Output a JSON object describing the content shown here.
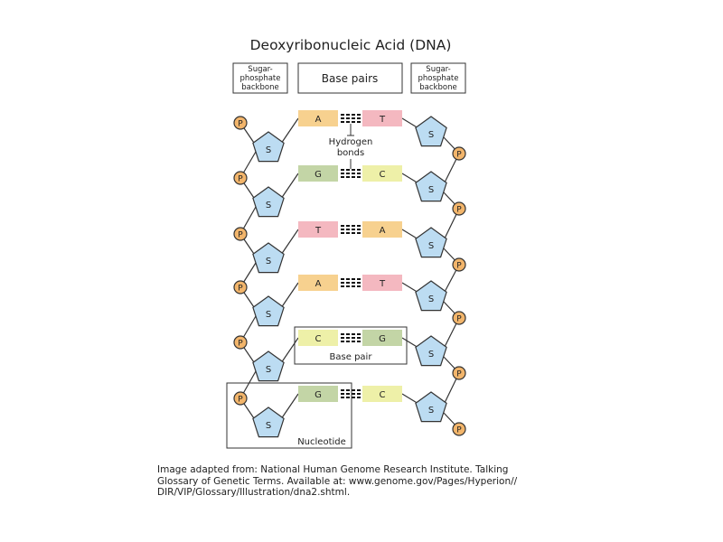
{
  "title": "Deoxyribonucleic Acid (DNA)",
  "headers": {
    "left_backbone": [
      "Sugar-",
      "phosphate",
      "backbone"
    ],
    "base_pairs": "Base pairs",
    "right_backbone": [
      "Sugar-",
      "phosphate",
      "backbone"
    ]
  },
  "symbols": {
    "sugar": "S",
    "phosphate": "P"
  },
  "hydrogen_bonds_label": [
    "Hydrogen",
    "bonds"
  ],
  "base_pair_label": "Base pair",
  "nucleotide_label": "Nucleotide",
  "rungs": [
    {
      "left": "A",
      "right": "T"
    },
    {
      "left": "G",
      "right": "C"
    },
    {
      "left": "T",
      "right": "A"
    },
    {
      "left": "A",
      "right": "T"
    },
    {
      "left": "C",
      "right": "G"
    },
    {
      "left": "G",
      "right": "C"
    }
  ],
  "base_colors": {
    "A": "#f7d18f",
    "T": "#f4b8c0",
    "G": "#c3d5a6",
    "C": "#eef0a8"
  },
  "sugar_color": "#bcdcf2",
  "phosphate_color": "#f2b56b",
  "caption": [
    "Image adapted from: National Human Genome Research Institute. Talking",
    "Glossary of Genetic Terms. Available at: www.genome.gov/Pages/Hyperion//",
    "DIR/VIP/Glossary/Illustration/dna2.shtml."
  ]
}
